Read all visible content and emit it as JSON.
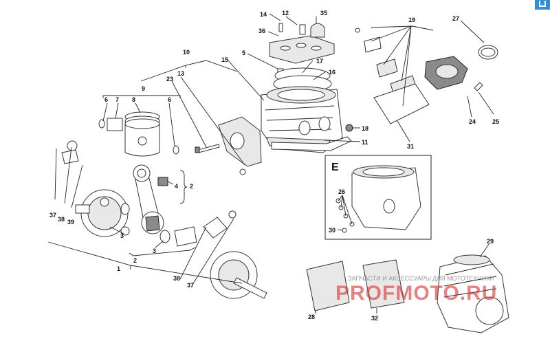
{
  "diagram": {
    "callouts": {
      "c1": "1",
      "c2": "2",
      "c3a": "3",
      "c3b": "3",
      "c4": "4",
      "c5": "5",
      "c6a": "6",
      "c6b": "6",
      "c7": "7",
      "c8": "8",
      "c9": "9",
      "c10": "10",
      "c11": "11",
      "c12": "12",
      "c13": "13",
      "c14": "14",
      "c15": "15",
      "c16": "16",
      "c17": "17",
      "c18": "18",
      "c19": "19",
      "c23": "23",
      "c24": "24",
      "c25": "25",
      "c26": "26",
      "c27": "27",
      "c28": "28",
      "c29": "29",
      "c30": "30",
      "c31": "31",
      "c32": "32",
      "c35": "35",
      "c36": "36",
      "c37a": "37",
      "c37b": "37",
      "c38a": "38",
      "c38b": "38",
      "c39": "39"
    },
    "inset_label": "E",
    "watermark_text": "ЗАПЧАСТИ И АКСЕССУАРЫ ДЛЯ МОТОТЕХНИКИ",
    "watermark_logo": "PROFMOTO.RU"
  },
  "colors": {
    "watermark_logo": "#d32f2f",
    "watermark_text": "#9a9a9a",
    "corner_tab": "#2f8fd8"
  }
}
